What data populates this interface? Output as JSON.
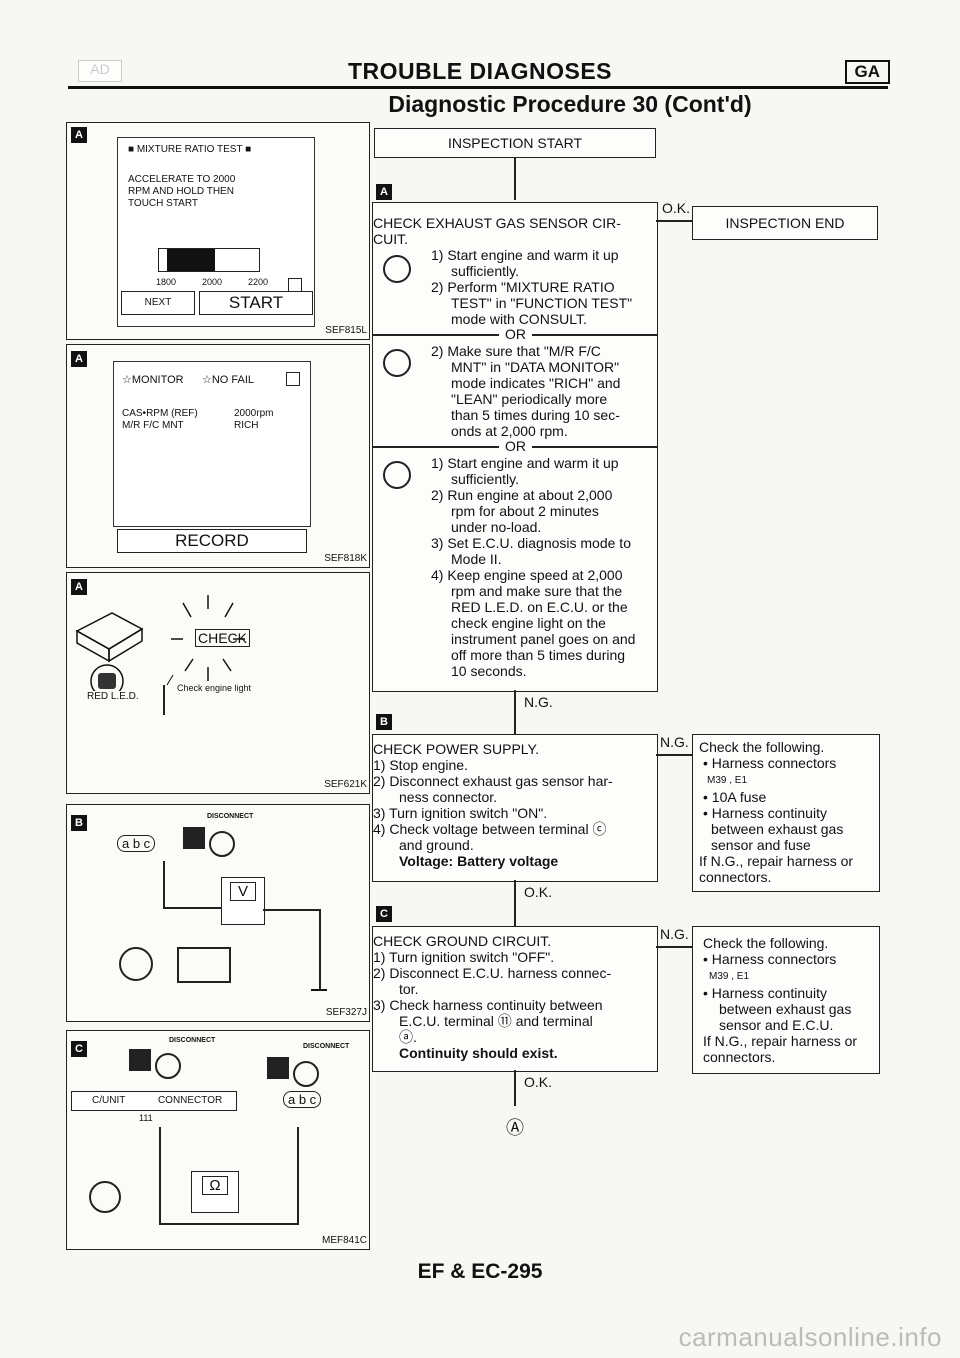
{
  "header": {
    "title": "TROUBLE DIAGNOSES",
    "subtitle": "Diagnostic Procedure 30 (Cont'd)",
    "section_tag": "GA",
    "faint_tag": "AD"
  },
  "panels": {
    "p1": {
      "label": "A",
      "screen_title": "■ MIXTURE RATIO TEST ■",
      "line1": "ACCELERATE TO 2000",
      "line2": "RPM AND HOLD THEN",
      "line3": "TOUCH START",
      "tick1": "1800",
      "tick2": "2000",
      "tick3": "2200",
      "btn_next": "NEXT",
      "btn_start": "START",
      "code": "SEF815L"
    },
    "p2": {
      "label": "A",
      "header_left": "☆MONITOR",
      "header_right": "☆NO FAIL",
      "row1_name": "CAS•RPM (REF)",
      "row1_val": "2000rpm",
      "row2_name": "M/R F/C MNT",
      "row2_val": "RICH",
      "btn_record": "RECORD",
      "code": "SEF818K"
    },
    "p3": {
      "label": "A",
      "check_text": "CHECK",
      "led_label": "RED L.E.D.",
      "engine_label": "Check engine light",
      "code": "SEF621K"
    },
    "p4": {
      "label": "B",
      "terminal": "a b c",
      "meter": "V",
      "code": "SEF327J",
      "disconnect": "DISCONNECT"
    },
    "p5": {
      "label": "C",
      "disconnect_left": "DISCONNECT",
      "disconnect_right": "DISCONNECT",
      "cunit": "C/UNIT",
      "connector": "CONNECTOR",
      "pin": "111",
      "terminal": "a b c",
      "meter": "Ω",
      "code": "MEF841C"
    }
  },
  "flow": {
    "inspection_start": "INSPECTION START",
    "step_a_label": "A",
    "ok_label": "O.K.",
    "inspection_end": "INSPECTION END",
    "step_a_title1": "CHECK EXHAUST GAS SENSOR CIR-",
    "step_a_title2": "CUIT.",
    "a1_1": "1) Start engine and warm it up",
    "a1_2": "sufficiently.",
    "a1_3": "2) Perform \"MIXTURE RATIO",
    "a1_4": "TEST\" in \"FUNCTION TEST\"",
    "a1_5": "mode with CONSULT.",
    "or1": "OR",
    "a2_1": "2) Make sure that \"M/R F/C",
    "a2_2": "MNT\" in \"DATA MONITOR\"",
    "a2_3": "mode indicates \"RICH\" and",
    "a2_4": "\"LEAN\" periodically more",
    "a2_5": "than 5 times during 10 sec-",
    "a2_6": "onds at 2,000 rpm.",
    "or2": "OR",
    "a3_1": "1) Start engine and warm it up",
    "a3_2": "sufficiently.",
    "a3_3": "2) Run engine at about 2,000",
    "a3_4": "rpm for about 2 minutes",
    "a3_5": "under no-load.",
    "a3_6": "3) Set E.C.U. diagnosis mode to",
    "a3_7": "Mode II.",
    "a3_8": "4) Keep engine speed at 2,000",
    "a3_9": "rpm and make sure that the",
    "a3_10": "RED L.E.D. on E.C.U. or the",
    "a3_11": "check engine light on the",
    "a3_12": "instrument panel goes on and",
    "a3_13": "off more than 5 times during",
    "a3_14": "10 seconds.",
    "ng1": "N.G.",
    "step_b_label": "B",
    "b_1": "CHECK POWER SUPPLY.",
    "b_2": "1) Stop engine.",
    "b_3": "2) Disconnect exhaust gas sensor har-",
    "b_4": "ness connector.",
    "b_5": "3) Turn ignition switch \"ON\".",
    "b_6": "4) Check voltage between terminal ⓒ",
    "b_7": "and ground.",
    "b_8": "Voltage: Battery voltage",
    "ng_b": "N.G.",
    "bside_1": "Check the following.",
    "bside_2": "• Harness connectors",
    "bside_3": "M39 , E1",
    "bside_4": "• 10A fuse",
    "bside_5": "• Harness continuity",
    "bside_6": "between exhaust gas",
    "bside_7": "sensor and fuse",
    "bside_8": "If N.G., repair harness or",
    "bside_9": "connectors.",
    "ok_b": "O.K.",
    "step_c_label": "C",
    "c_1": "CHECK GROUND CIRCUIT.",
    "c_2": "1) Turn ignition switch \"OFF\".",
    "c_3": "2) Disconnect E.C.U. harness connec-",
    "c_4": "tor.",
    "c_5": "3) Check harness continuity between",
    "c_6": "E.C.U. terminal ⑪ and terminal",
    "c_7": "ⓐ.",
    "c_8": "Continuity should exist.",
    "ng_c": "N.G.",
    "cside_1": "Check the following.",
    "cside_2": "• Harness connectors",
    "cside_3": "M39 , E1",
    "cside_4": "• Harness continuity",
    "cside_5": "between exhaust gas",
    "cside_6": "sensor and E.C.U.",
    "cside_7": "If N.G., repair harness or",
    "cside_8": "connectors.",
    "ok_c": "O.K.",
    "goto": "Ⓐ"
  },
  "footer": {
    "page": "EF & EC-295",
    "watermark": "carmanualsonline.info"
  }
}
